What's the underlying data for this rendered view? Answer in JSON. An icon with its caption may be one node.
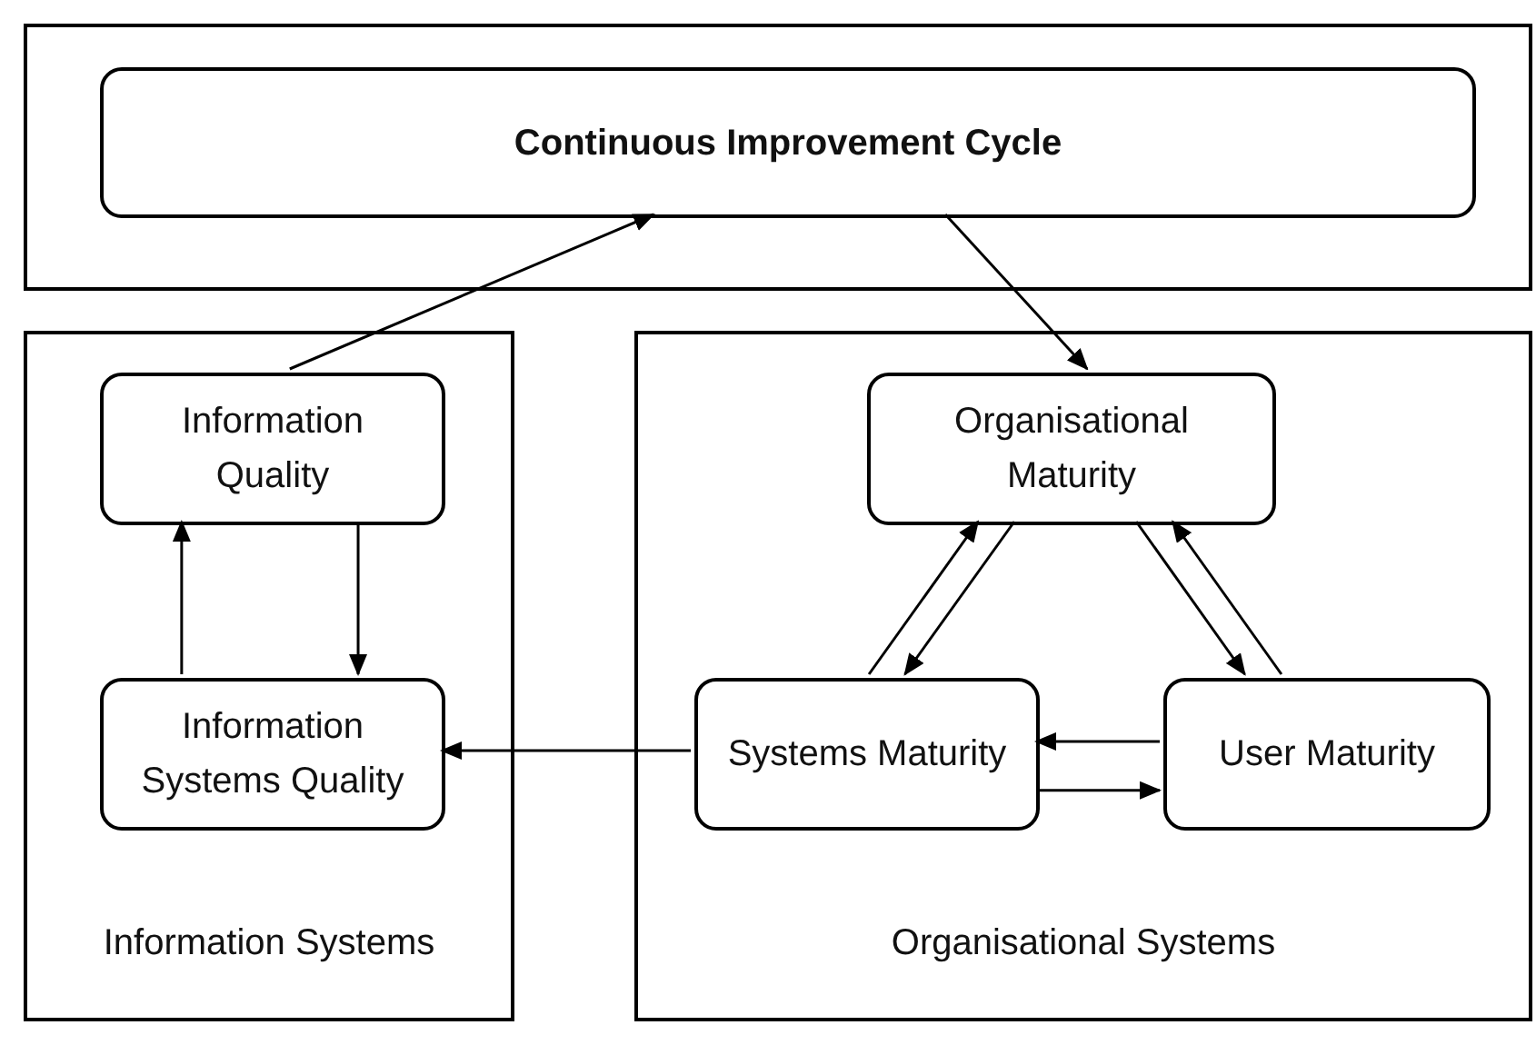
{
  "diagram": {
    "nodes": [
      {
        "text": [],
        "shape": "box"
      },
      {
        "text": [
          "Continuous Improvement Cycle"
        ],
        "in": 0
      },
      {
        "text": [
          "Information Systems"
        ]
      },
      {
        "text": [
          "Information Quality"
        ],
        "in": 2
      },
      {
        "text": [
          "Information Systems Quality"
        ],
        "in": 2
      },
      {
        "text": [
          "Organisational Systems"
        ]
      },
      {
        "text": [
          "Organisational Maturity"
        ],
        "in": 5
      },
      {
        "text": [
          "Systems Maturity"
        ],
        "in": 5
      },
      {
        "text": [
          "User Maturity"
        ],
        "in": 5
      }
    ],
    "edges": [
      {
        "from": 3,
        "to": 1,
        "arrow": "to"
      },
      {
        "from": 1,
        "to": 6,
        "arrow": "to"
      },
      {
        "from": 3,
        "to": 4,
        "arrow": "to"
      },
      {
        "from": 4,
        "to": 3,
        "arrow": "to"
      },
      {
        "from": 7,
        "to": 4,
        "arrow": "to"
      },
      {
        "from": 7,
        "to": 6,
        "arrow": "to"
      },
      {
        "from": 6,
        "to": 7,
        "arrow": "to"
      },
      {
        "from": 6,
        "to": 8,
        "arrow": "to"
      },
      {
        "from": 8,
        "to": 6,
        "arrow": "to"
      },
      {
        "from": 8,
        "to": 7,
        "arrow": "to"
      },
      {
        "from": 7,
        "to": 8,
        "arrow": "to"
      }
    ]
  }
}
